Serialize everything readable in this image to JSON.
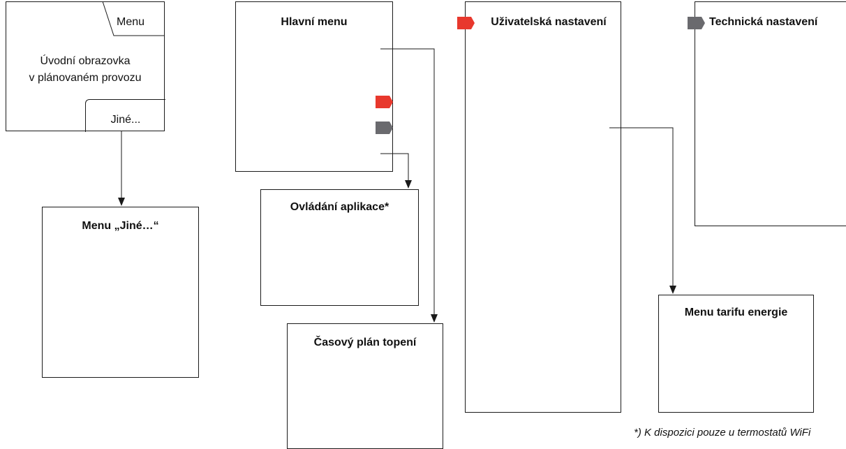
{
  "start_screen": {
    "menu_tab": "Menu",
    "text_line1": "Úvodní obrazovka",
    "text_line2": "v plánovaném provozu",
    "other_button": "Jiné..."
  },
  "menus": {
    "other_menu": "Menu „Jiné…“",
    "main_menu": "Hlavní menu",
    "app_control": "Ovládání aplikace*",
    "heating_schedule": "Časový plán topení",
    "user_settings": "Uživatelská nastavení",
    "technical_settings": "Technická nastavení",
    "energy_tariff_menu": "Menu tarifu energie"
  },
  "footnote": "*) K dispozici pouze u termostatů WiFi",
  "colors": {
    "user_settings_marker": "#e8382d",
    "technical_settings_marker": "#6a6a6e",
    "line": "#1a1a1a"
  },
  "icons": [
    "red-arrow-tag-icon",
    "gray-arrow-tag-icon"
  ]
}
